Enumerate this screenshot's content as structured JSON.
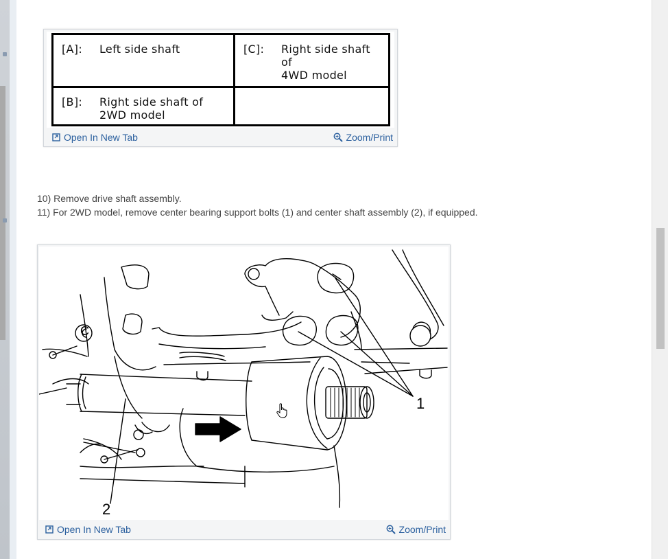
{
  "legend_figure": {
    "rows": [
      [
        {
          "code": "[A]:",
          "text_1": "Left side shaft",
          "text_2": ""
        },
        {
          "code": "[C]:",
          "text_1": "Right side shaft of",
          "text_2": "4WD model"
        }
      ],
      [
        {
          "code": "[B]:",
          "text_1": "Right side shaft of",
          "text_2": "2WD model"
        },
        {
          "code": "",
          "text_1": "",
          "text_2": ""
        }
      ]
    ],
    "open_label": "Open In New Tab",
    "zoom_label": "Zoom/Print"
  },
  "steps": [
    "10) Remove drive shaft assembly.",
    "11) For 2WD model, remove center bearing support bolts (1) and center shaft assembly (2), if equipped."
  ],
  "diagram_figure": {
    "callouts": [
      "1",
      "2"
    ],
    "mounting_mark": "C",
    "open_label": "Open In New Tab",
    "zoom_label": "Zoom/Print"
  },
  "colors": {
    "link": "#2a5f9e",
    "text": "#444444"
  }
}
